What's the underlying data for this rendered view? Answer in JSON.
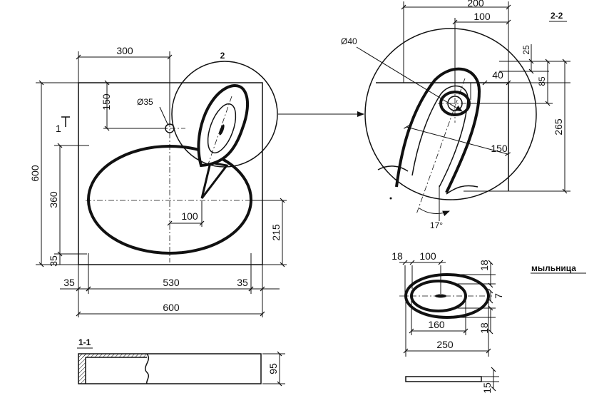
{
  "plan": {
    "dim_top_300": "300",
    "dim_150": "150",
    "dim_hole_d35": "Ø35",
    "section_marker_2": "2",
    "section_marker_1": "1",
    "dim_600_left": "600",
    "dim_360": "360",
    "dim_35_left": "35",
    "dim_100": "100",
    "dim_215": "215",
    "dim_35_bottom_left": "35",
    "dim_530": "530",
    "dim_35_bottom_right": "35",
    "dim_600_bottom": "600"
  },
  "section_1_1": {
    "title": "1-1",
    "dim_95": "95"
  },
  "detail_2_2": {
    "title": "2-2",
    "dim_200": "200",
    "dim_100": "100",
    "dim_d40": "Ø40",
    "dim_40": "40",
    "dim_25": "25",
    "dim_85": "85",
    "dim_265": "265",
    "dim_150": "150",
    "angle_17": "17°"
  },
  "soap_dish": {
    "title": "мыльница",
    "dim_18_top": "18",
    "dim_100": "100",
    "dim_18_right": "18",
    "dim_7": "7",
    "dim_18_bottom": "18",
    "dim_160": "160",
    "dim_250": "250",
    "dim_15": "15"
  }
}
